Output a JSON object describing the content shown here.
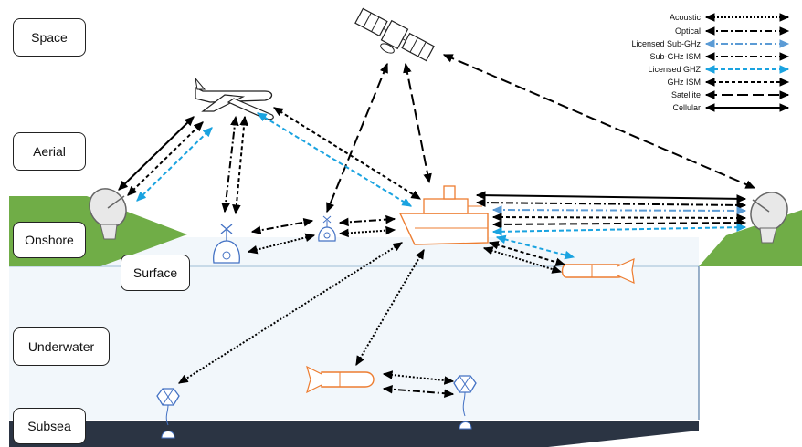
{
  "zones": {
    "space": "Space",
    "aerial": "Aerial",
    "onshore": "Onshore",
    "surface": "Surface",
    "underwater": "Underwater",
    "subsea": "Subsea"
  },
  "legend": {
    "acoustic": "Acoustic",
    "optical": "Optical",
    "licensed_sub_ghz": "Licensed Sub-GHz",
    "sub_ghz_ism": "Sub-GHz ISM",
    "licensed_ghz": "Licensed GHZ",
    "ghz_ism": "GHz ISM",
    "satellite": "Satellite",
    "cellular": "Cellular"
  },
  "colors": {
    "land": "#70ad47",
    "water": "#f2f7fb",
    "seabed": "#2b3443",
    "vessel": "#ed7d31",
    "buoy": "#4472c4",
    "licensed_blue": "#5b9bd5",
    "ghz_cyan": "#1aa3e0",
    "line": "#000000"
  },
  "icons": [
    "satellite-icon",
    "aircraft-icon",
    "dish-antenna-icon",
    "buoy-icon",
    "ship-icon",
    "auv-icon",
    "subsea-node-icon"
  ]
}
